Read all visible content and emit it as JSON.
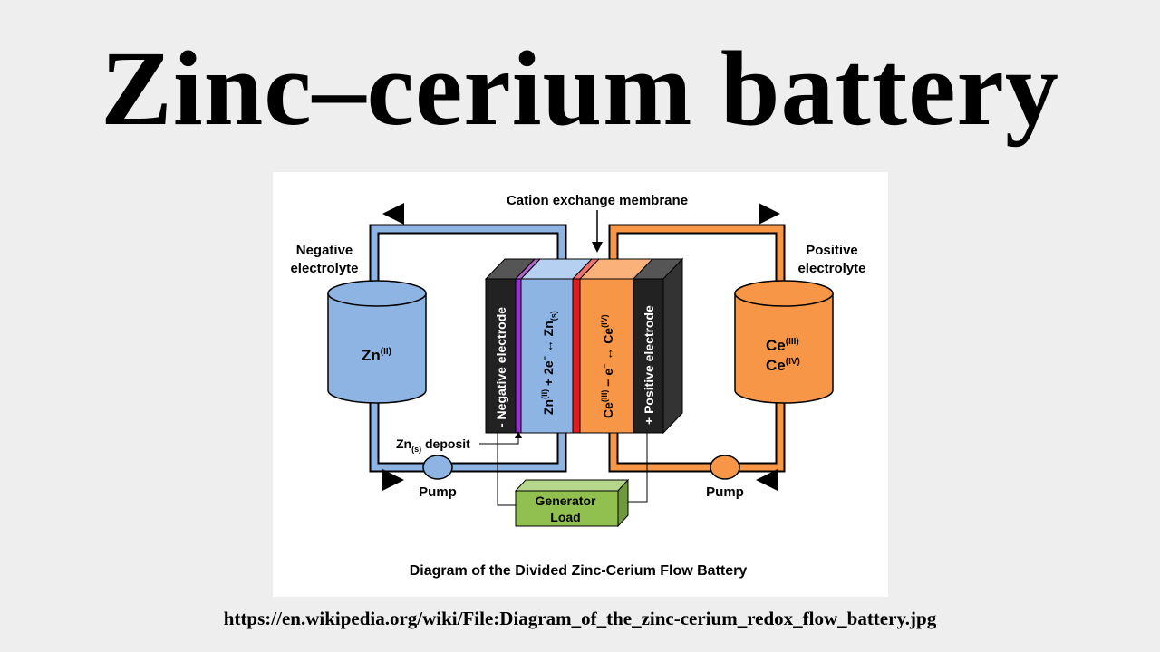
{
  "title": "Zinc–cerium battery",
  "source_url": "https://en.wikipedia.org/wiki/File:Diagram_of_the_zinc-cerium_redox_flow_battery.jpg",
  "diagram": {
    "membrane_label": "Cation exchange membrane",
    "negative_electrolyte": {
      "line1": "Negative",
      "line2": "electrolyte"
    },
    "positive_electrolyte": {
      "line1": "Positive",
      "line2": "electrolyte"
    },
    "negative_tank": {
      "label": "Zn",
      "sup": "(II)"
    },
    "positive_tank": {
      "line1": "Ce",
      "sup1": "(III)",
      "line2": "Ce",
      "sup2": "(IV)"
    },
    "negative_electrode": "- Negative electrode",
    "positive_electrode": "+ Positive electrode",
    "zinc_reaction": {
      "a": "Zn",
      "a_sup": "(II)",
      "b": " + 2e",
      "b_sup": "−",
      "c": " ↔ Zn",
      "c_sub": "(s)"
    },
    "cerium_reaction": {
      "a": "Ce",
      "a_sup": "(III)",
      "b": " − e",
      "b_sup": "−",
      "c": " ↔ Ce",
      "c_sup": "(IV)"
    },
    "deposit": {
      "a": "Zn",
      "a_sub": "(s)",
      "b": " deposit"
    },
    "pump_left": "Pump",
    "pump_right": "Pump",
    "generator": {
      "line1": "Generator",
      "line2": "Load"
    },
    "caption": "Diagram of the Divided Zinc-Cerium Flow Battery",
    "colors": {
      "zinc_blue": "#8eb4e3",
      "cerium_orange": "#f79646",
      "generator_green": "#92c050",
      "membrane_red": "#e11a1a",
      "purple_layer": "#9b30d0",
      "electrode_dark": "#222222"
    }
  }
}
